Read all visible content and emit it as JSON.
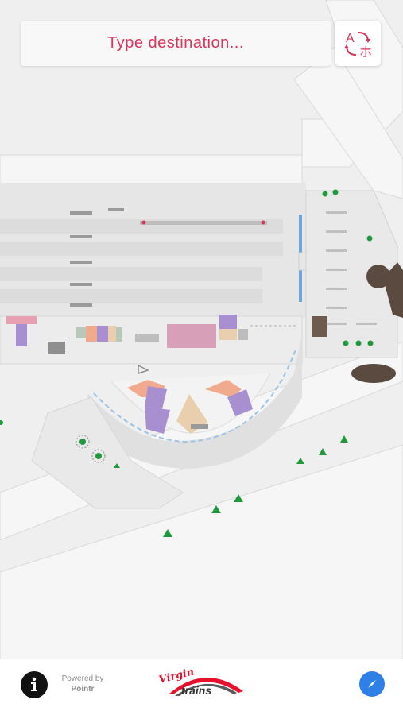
{
  "search": {
    "placeholder": "Type destination..."
  },
  "language_button": {
    "icon": "translate-icon",
    "glyph_latin": "A",
    "glyph_japanese": "ホ"
  },
  "footer": {
    "powered_label": "Powered by",
    "powered_brand": "Pointr",
    "logo_word_1": "Virgin",
    "logo_word_2": "trains",
    "info_icon": "info-icon",
    "compass_icon": "compass-icon"
  },
  "colors": {
    "accent": "#d6365a",
    "compass_blue": "#2f80e6",
    "tree_green": "#1e9a3c",
    "retail_purple": "#a88fd0",
    "retail_pink": "#e7a0b2",
    "retail_orange": "#f1aa8d",
    "retail_tan": "#e9cfae"
  }
}
